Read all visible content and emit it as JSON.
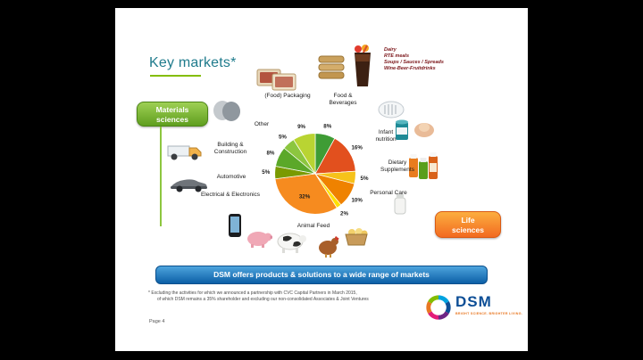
{
  "colors": {
    "title_teal": "#1f7b8c",
    "dsm_green": "#84bd00",
    "materials_green": "#5f9e1f",
    "life_orange": "#f26a21",
    "banner_blue": "#0c5fa6",
    "note_red": "#7a1418",
    "logo_blue": "#0d4e96"
  },
  "slide": {
    "title": "Key markets*",
    "top_note_lines": [
      "Dairy",
      "RTE meals",
      "Soups / Sauces / Spreads",
      "Wine-Beer-Fruitdrinks"
    ],
    "materials_badge": {
      "line1": "Materials",
      "line2": "sciences"
    },
    "life_badge": {
      "line1": "Life",
      "line2": "sciences"
    },
    "banner_text": "DSM offers products & solutions to a wide range of markets",
    "footnote": {
      "line1": "*   Excluding the activities for which we announced a partnership with CVC Capital Partners in March 2015,",
      "line2": "of which DSM remains a 35% shareholder and excluding our non-consolidated Associates & Joint Ventures"
    },
    "page_number": "Page 4",
    "logo": {
      "name": "DSM",
      "tagline": "BRIGHT SCIENCE. BRIGHTER LIVING."
    }
  },
  "icons": [
    "meat-packaging-image",
    "gloves-image",
    "granola-bars-image",
    "fruit-drink-image",
    "kitchen-tool-image",
    "infant-formula-can-image",
    "baby-hands-image",
    "supplement-bottles-image",
    "cream-jar-image",
    "smartphone-image",
    "car-image",
    "construction-truck-image",
    "pig-image",
    "cow-image",
    "chicken-image",
    "chicks-basket-image",
    "dsm-swirl-icon"
  ],
  "chart_data": {
    "type": "pie",
    "title": "Key markets share of sales",
    "unit": "%",
    "start_angle_deg": 0,
    "direction": "clockwise",
    "legend_position": "labels around pie",
    "segments": [
      {
        "label": "(Food) Packaging",
        "value": 8,
        "color": "#3f9c35"
      },
      {
        "label": "Food & Beverages",
        "value": 16,
        "color": "#e2501e"
      },
      {
        "label": "Infant nutrition",
        "value": 5,
        "color": "#f6c21a"
      },
      {
        "label": "Dietary Supplements",
        "value": 10,
        "color": "#ef8200"
      },
      {
        "label": "Personal Care",
        "value": 2,
        "color": "#ffe000"
      },
      {
        "label": "Animal Feed",
        "value": 32,
        "color": "#f68b1f"
      },
      {
        "label": "Electrical & Electronics",
        "value": 5,
        "color": "#7a9a01"
      },
      {
        "label": "Automotive",
        "value": 8,
        "color": "#5ba829"
      },
      {
        "label": "Building & Construction",
        "value": 5,
        "color": "#8cc63f"
      },
      {
        "label": "Other",
        "value": 9,
        "color": "#b9d432"
      }
    ]
  }
}
